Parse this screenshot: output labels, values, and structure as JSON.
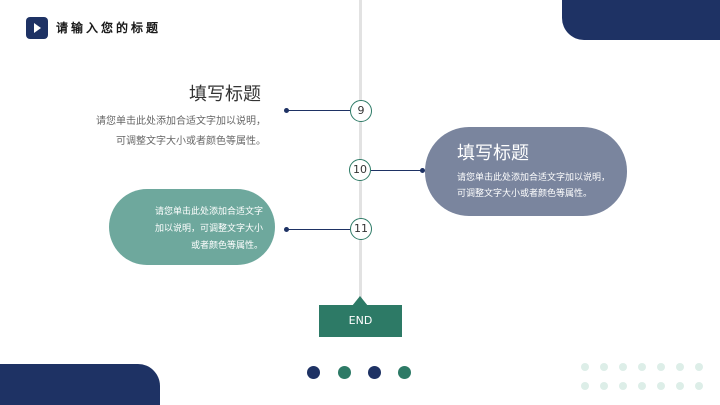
{
  "header": {
    "title": "请输入您的标题"
  },
  "timeline": {
    "items": [
      {
        "number": "9",
        "title": "填写标题",
        "text_lines": [
          "请您单击此处添加合适文字加以说明，",
          "可调整文字大小或者颜色等属性。"
        ]
      },
      {
        "number": "10",
        "title": "填写标题",
        "text_lines": [
          "请您单击此处添加合适文字加以说明，",
          "可调整文字大小或者颜色等属性。"
        ]
      },
      {
        "number": "11",
        "text_lines": [
          "请您单击此处添加合适文字",
          "加以说明，可调整文字大小",
          "或者颜色等属性。"
        ]
      }
    ],
    "end_label": "END"
  },
  "colors": {
    "navy": "#1e3264",
    "teal": "#2d7a66",
    "slate_card": "#7a859e",
    "teal_card": "#6ea89d"
  },
  "pagination": {
    "dots": [
      "#1e3264",
      "#2d7a66",
      "#1e3264",
      "#2d7a66"
    ]
  }
}
